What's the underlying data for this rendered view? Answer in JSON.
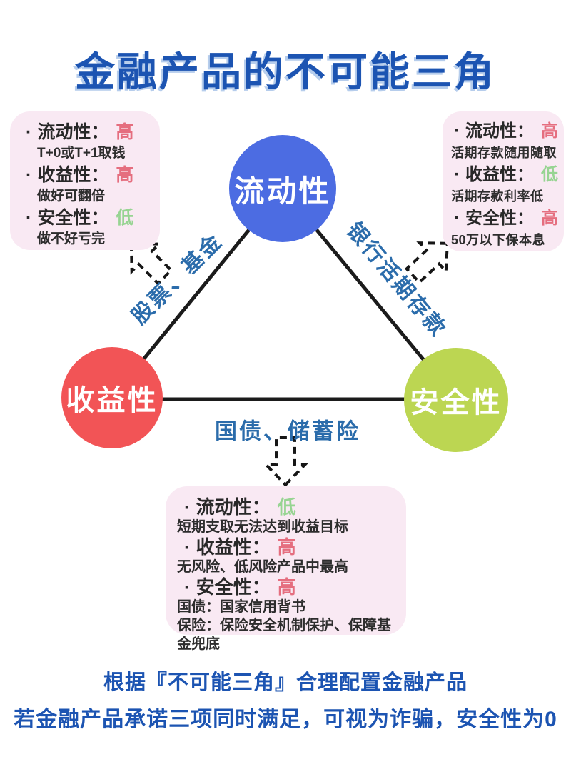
{
  "page": {
    "title": "金融产品的不可能三角"
  },
  "colors": {
    "title_blue": "#1c54b2",
    "edge_label_blue": "#2b6cab",
    "node_liquidity_blue": "#4c6ce2",
    "node_profitability_red": "#f25456",
    "node_safety_green": "#bcd652",
    "callout_background_pink": "#f9e9f3",
    "level_high_red": "#e56e7f",
    "level_low_green": "#97d492"
  },
  "triangle": {
    "nodes": {
      "liquidity": {
        "label": "流动性"
      },
      "profitability": {
        "label": "收益性"
      },
      "safety": {
        "label": "安全性"
      }
    },
    "edge_labels": {
      "left": "股票、基金",
      "right": "银行活期存款",
      "bottom": "国债、储蓄险"
    }
  },
  "icons": {
    "left_arrow": "dashed-block-arrow-up-left",
    "right_arrow": "dashed-block-arrow-up-right",
    "bottom_arrow": "dashed-block-arrow-down"
  },
  "callouts": {
    "stocks_funds": {
      "items": [
        {
          "label": "流动性：",
          "level": "高",
          "level_color": "red",
          "note": "T+0或T+1取钱"
        },
        {
          "label": "收益性：",
          "level": "高",
          "level_color": "red",
          "note": "做好可翻倍"
        },
        {
          "label": "安全性：",
          "level": "低",
          "level_color": "green",
          "note": "做不好亏完"
        }
      ]
    },
    "bank_deposit": {
      "items": [
        {
          "label": "流动性：",
          "level": "高",
          "level_color": "red",
          "note": "活期存款随用随取"
        },
        {
          "label": "收益性：",
          "level": "低",
          "level_color": "green",
          "note": "活期存款利率低"
        },
        {
          "label": "安全性：",
          "level": "高",
          "level_color": "red",
          "note": "50万以下保本息"
        }
      ]
    },
    "bonds_insurance": {
      "items": [
        {
          "label": "流动性：",
          "level": "低",
          "level_color": "green",
          "note": "短期支取无法达到收益目标"
        },
        {
          "label": "收益性：",
          "level": "高",
          "level_color": "red",
          "note": "无风险、低风险产品中最高"
        },
        {
          "label": "安全性：",
          "level": "高",
          "level_color": "red",
          "notes": [
            "国债：国家信用背书",
            "保险：保险安全机制保护、保障基金兜底"
          ]
        }
      ]
    }
  },
  "footer": {
    "line1": "根据『不可能三角』合理配置金融产品",
    "line2": "若金融产品承诺三项同时满足，可视为诈骗，安全性为0"
  }
}
